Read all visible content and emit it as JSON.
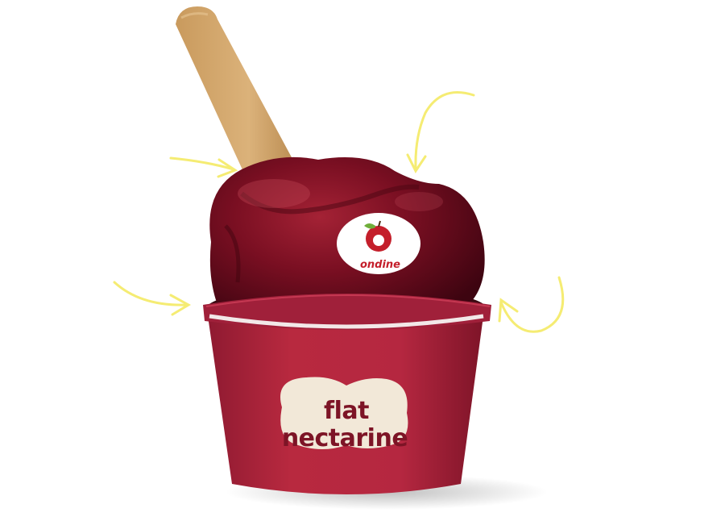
{
  "product": {
    "cup_label_line1": "flat",
    "cup_label_line2": "nectarine"
  },
  "sticker": {
    "brand": "ondine"
  },
  "colors": {
    "cup": "#b1253e",
    "cup_dark": "#8c1a30",
    "fruit": "#6f0c1c",
    "stick": "#d1a66c",
    "arrow": "#f5ec73",
    "label_bg": "#f2e8d8",
    "label_text": "#7d1426"
  },
  "decorations": {
    "arrows_count": 4
  }
}
